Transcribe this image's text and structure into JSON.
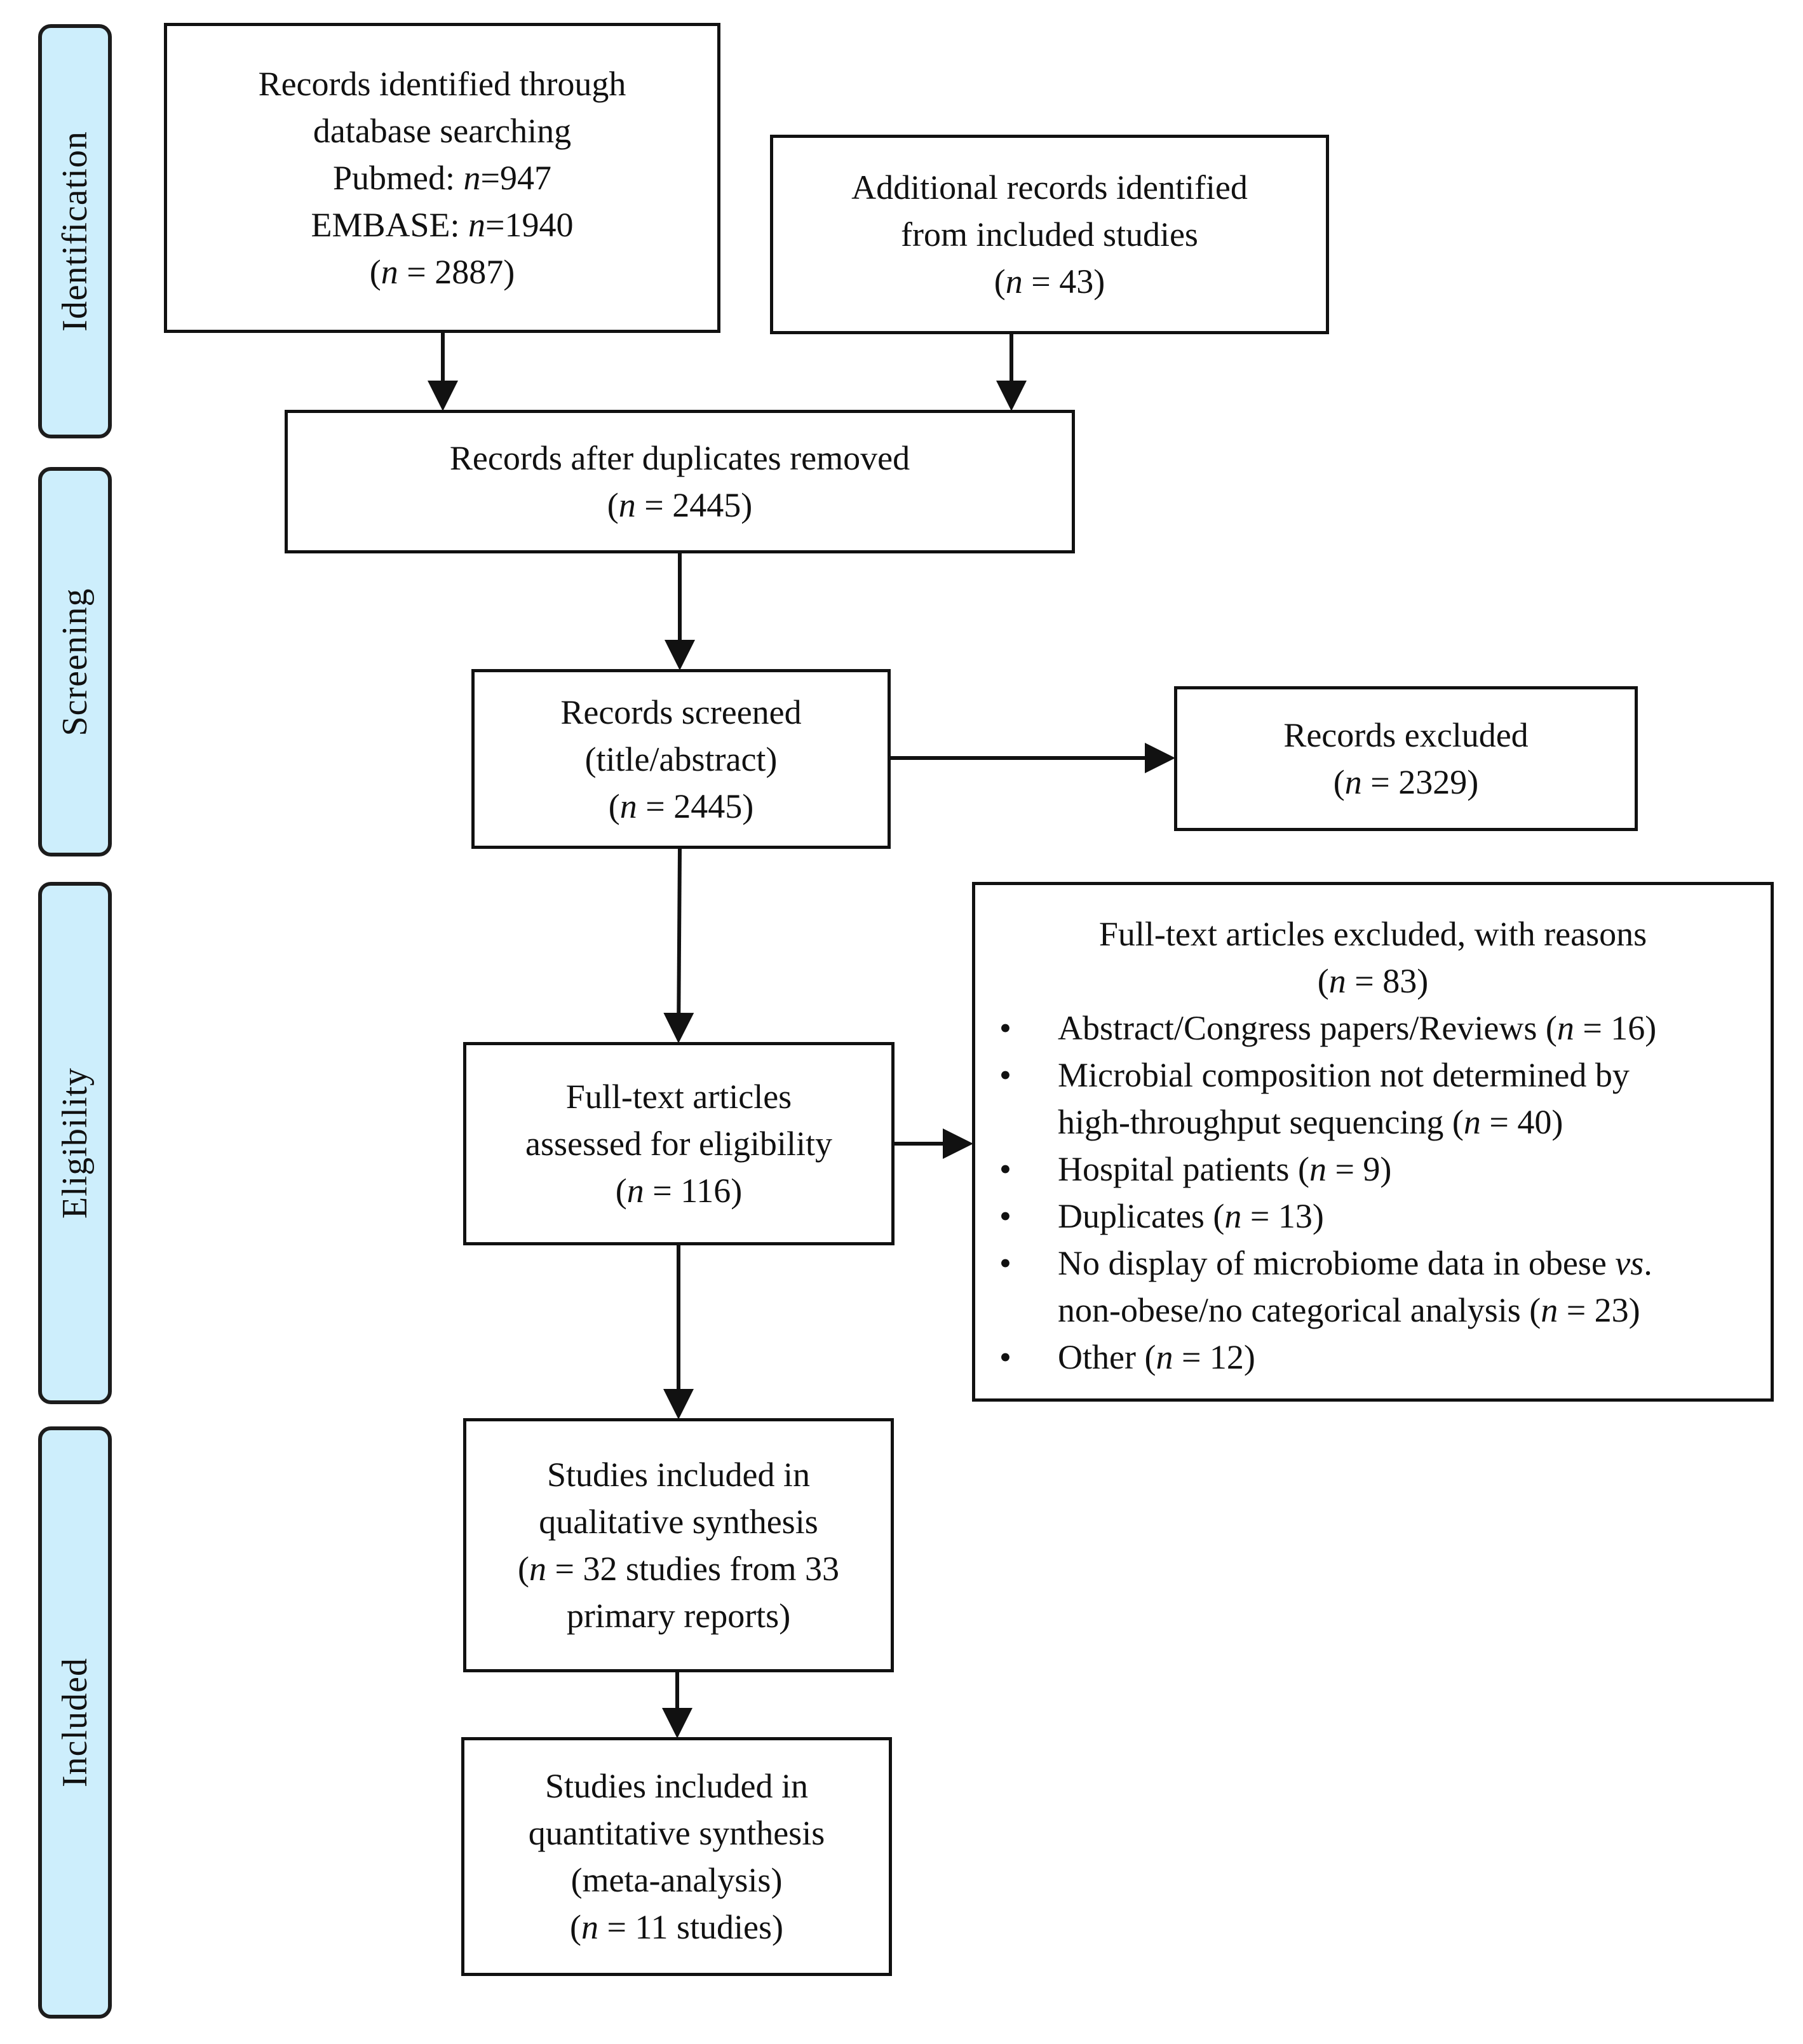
{
  "phases": [
    "Identification",
    "Screening",
    "Eligibility",
    "Included"
  ],
  "boxes": {
    "db_search": [
      "Records identified through",
      "database searching",
      "Pubmed: n=947",
      "EMBASE: n=1940",
      "(n = 2887)"
    ],
    "additional": [
      "Additional records identified",
      "from included studies",
      "(n = 43)"
    ],
    "dup_removed": [
      "Records after duplicates removed",
      "(n = 2445)"
    ],
    "screened": [
      "Records screened",
      "(title/abstract)",
      "(n = 2445)"
    ],
    "excluded": [
      "Records excluded",
      "(n = 2329)"
    ],
    "fulltext": [
      "Full-text articles",
      "assessed for eligibility",
      "(n = 116)"
    ],
    "qualitative": [
      "Studies included in",
      "qualitative synthesis",
      "(n = 32 studies from 33",
      "primary reports)"
    ],
    "quantitative": [
      "Studies included in",
      "quantitative synthesis",
      "(meta-analysis)",
      "(n = 11 studies)"
    ]
  },
  "fulltext_excluded": {
    "title": "Full-text articles excluded, with reasons",
    "count": "(n = 83)",
    "reasons": [
      [
        "Abstract/Congress papers/Reviews (n = 16)"
      ],
      [
        "Microbial composition not determined by",
        "high-throughput sequencing (n = 40)"
      ],
      [
        "Hospital patients (n = 9)"
      ],
      [
        "Duplicates (n = 13)"
      ],
      [
        "No display of microbiome data in obese vs.",
        "non-obese/no categorical analysis (n = 23)"
      ],
      [
        "Other (n = 12)"
      ]
    ]
  },
  "colors": {
    "phase_fill": "#cdeefc",
    "stroke": "#111111"
  }
}
